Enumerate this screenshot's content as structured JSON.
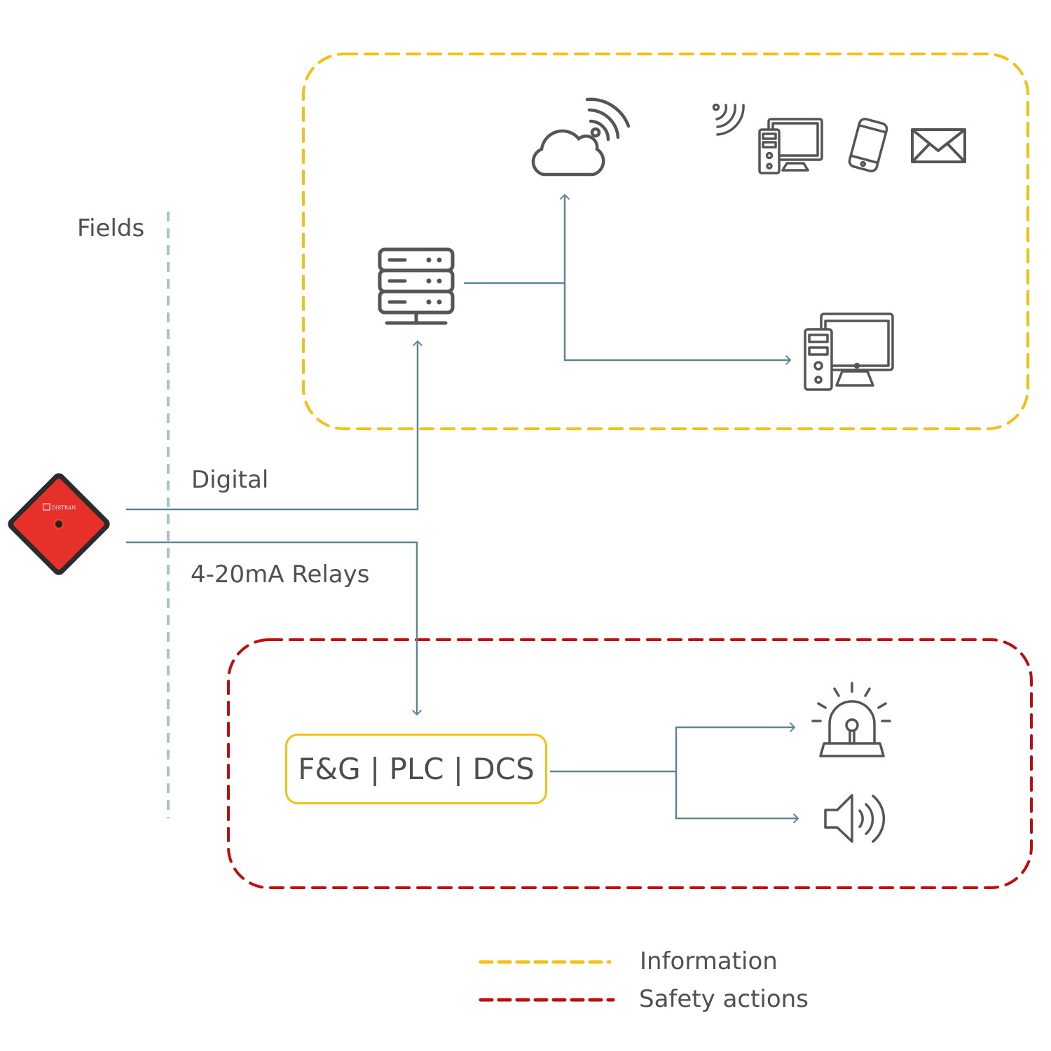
{
  "colors": {
    "information": "#f5c013",
    "safety": "#c40b0b",
    "connector": "#5a8790",
    "fields_line": "#a9c4c9",
    "icon_stroke": "#555555",
    "device_red": "#e8302b",
    "device_frame": "#2b2b2b"
  },
  "fields": {
    "label": "Fields"
  },
  "device": {
    "brand": "DISTRAN",
    "name": "gas-leak-detector-device"
  },
  "connections": {
    "digital_label": "Digital",
    "relays_label": "4-20mA Relays"
  },
  "information_zone": {
    "icons": [
      "server-icon",
      "cloud-wifi-icon",
      "wireless-signal-icon",
      "desktop-computer-icon",
      "smartphone-icon",
      "email-icon",
      "workstation-icon"
    ]
  },
  "safety_zone": {
    "controller_label": "F&G | PLC | DCS",
    "icons": [
      "alarm-beacon-icon",
      "speaker-icon"
    ]
  },
  "legend": [
    {
      "label": "Information",
      "color": "#f5c013"
    },
    {
      "label": "Safety actions",
      "color": "#c40b0b"
    }
  ]
}
